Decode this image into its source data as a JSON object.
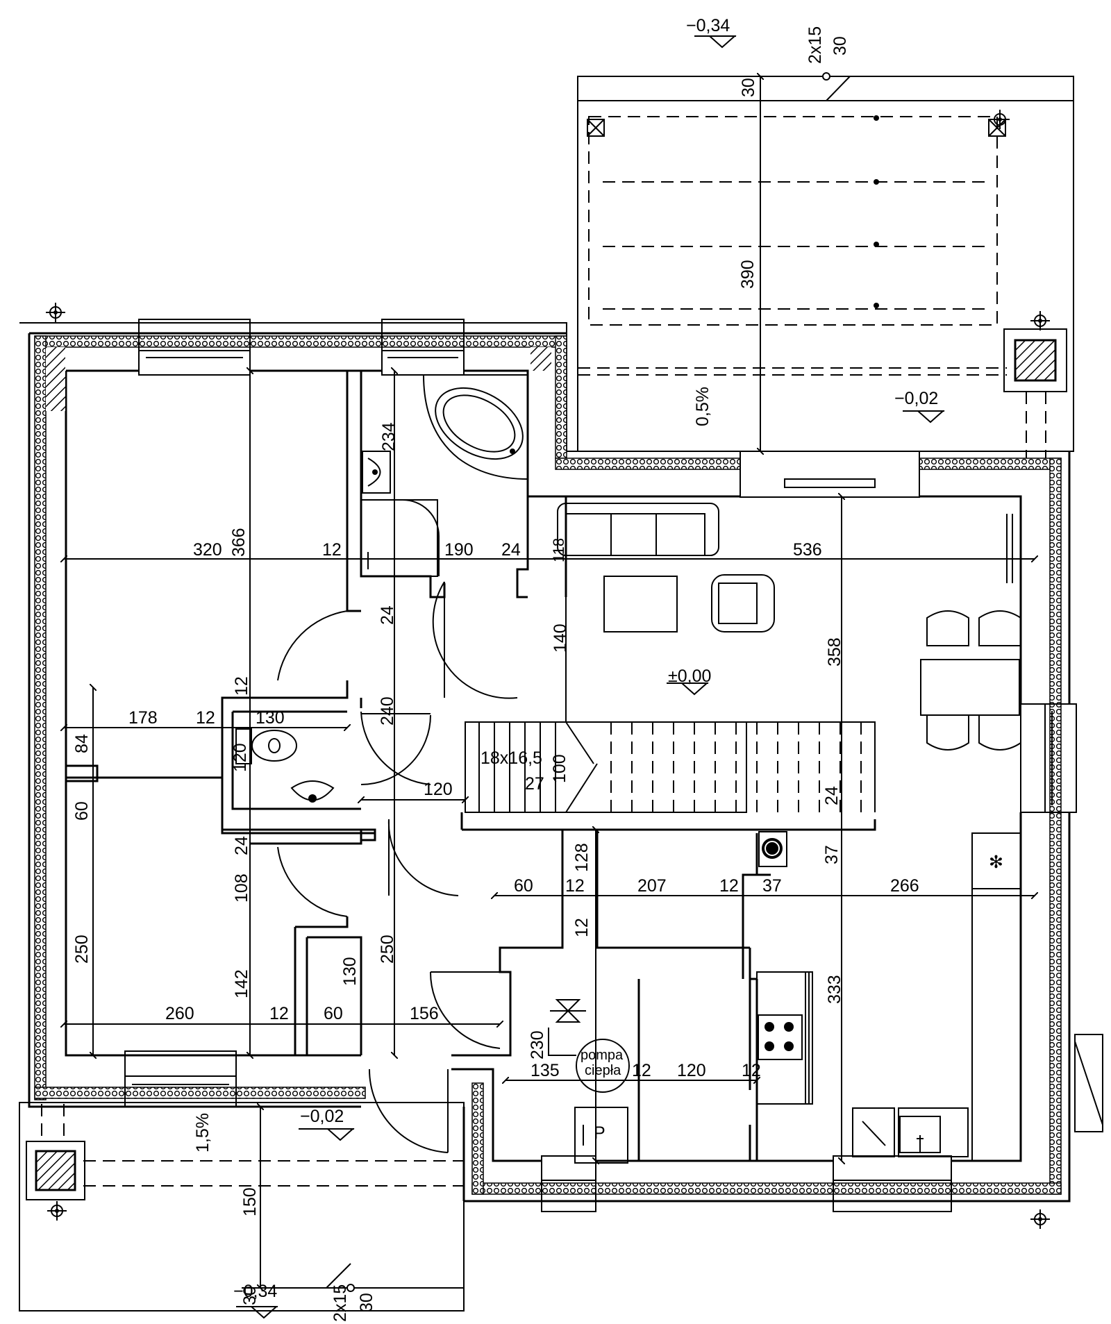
{
  "levels": {
    "top_outside": "−0,34",
    "bottom_outside": "−0,34",
    "terrace": "−0,02",
    "entrance": "−0,02",
    "main_floor": "±0,00"
  },
  "slopes": {
    "terrace": "0,5%",
    "entrance": "1,5%"
  },
  "steps": {
    "top_a": "2x15",
    "top_b": "30",
    "bottom_a": "2x15",
    "bottom_b": "30",
    "top_depth": "30",
    "bottom_depth": "30",
    "bottom_length": "150"
  },
  "stair": {
    "label": "18x16,5",
    "tread": "27",
    "width": "100"
  },
  "labels": {
    "heat_pump_line1": "pompa",
    "heat_pump_line2": "ciepła",
    "boiler": "P"
  },
  "dims": {
    "terrace_depth": "390",
    "bedroom1_w": "320",
    "bedroom1_h": "366",
    "wall_12a": "12",
    "bath_w": "190",
    "wall_24a": "24",
    "d118": "118",
    "living_w": "536",
    "bath_h": "234",
    "hall_24": "24",
    "d140": "140",
    "living_h": "358",
    "wc_12": "12",
    "d240": "240",
    "d178": "178",
    "d12b": "12",
    "d130": "130",
    "d84": "84",
    "d120v": "120",
    "d120h": "120",
    "d60v": "60",
    "d24c": "24",
    "d24d": "24",
    "d128": "128",
    "d37v": "37",
    "d60h": "60",
    "d12c": "12",
    "d207": "207",
    "d12d": "12",
    "d37h": "37",
    "d266": "266",
    "d108": "108",
    "d12e": "12",
    "d250a": "250",
    "d130b": "130",
    "d250b": "250",
    "d142": "142",
    "d333": "333",
    "d260": "260",
    "d12f": "12",
    "d60c": "60",
    "d156": "156",
    "d230": "230",
    "d135": "135",
    "d12g": "12",
    "d120c": "120",
    "d12h": "12"
  }
}
